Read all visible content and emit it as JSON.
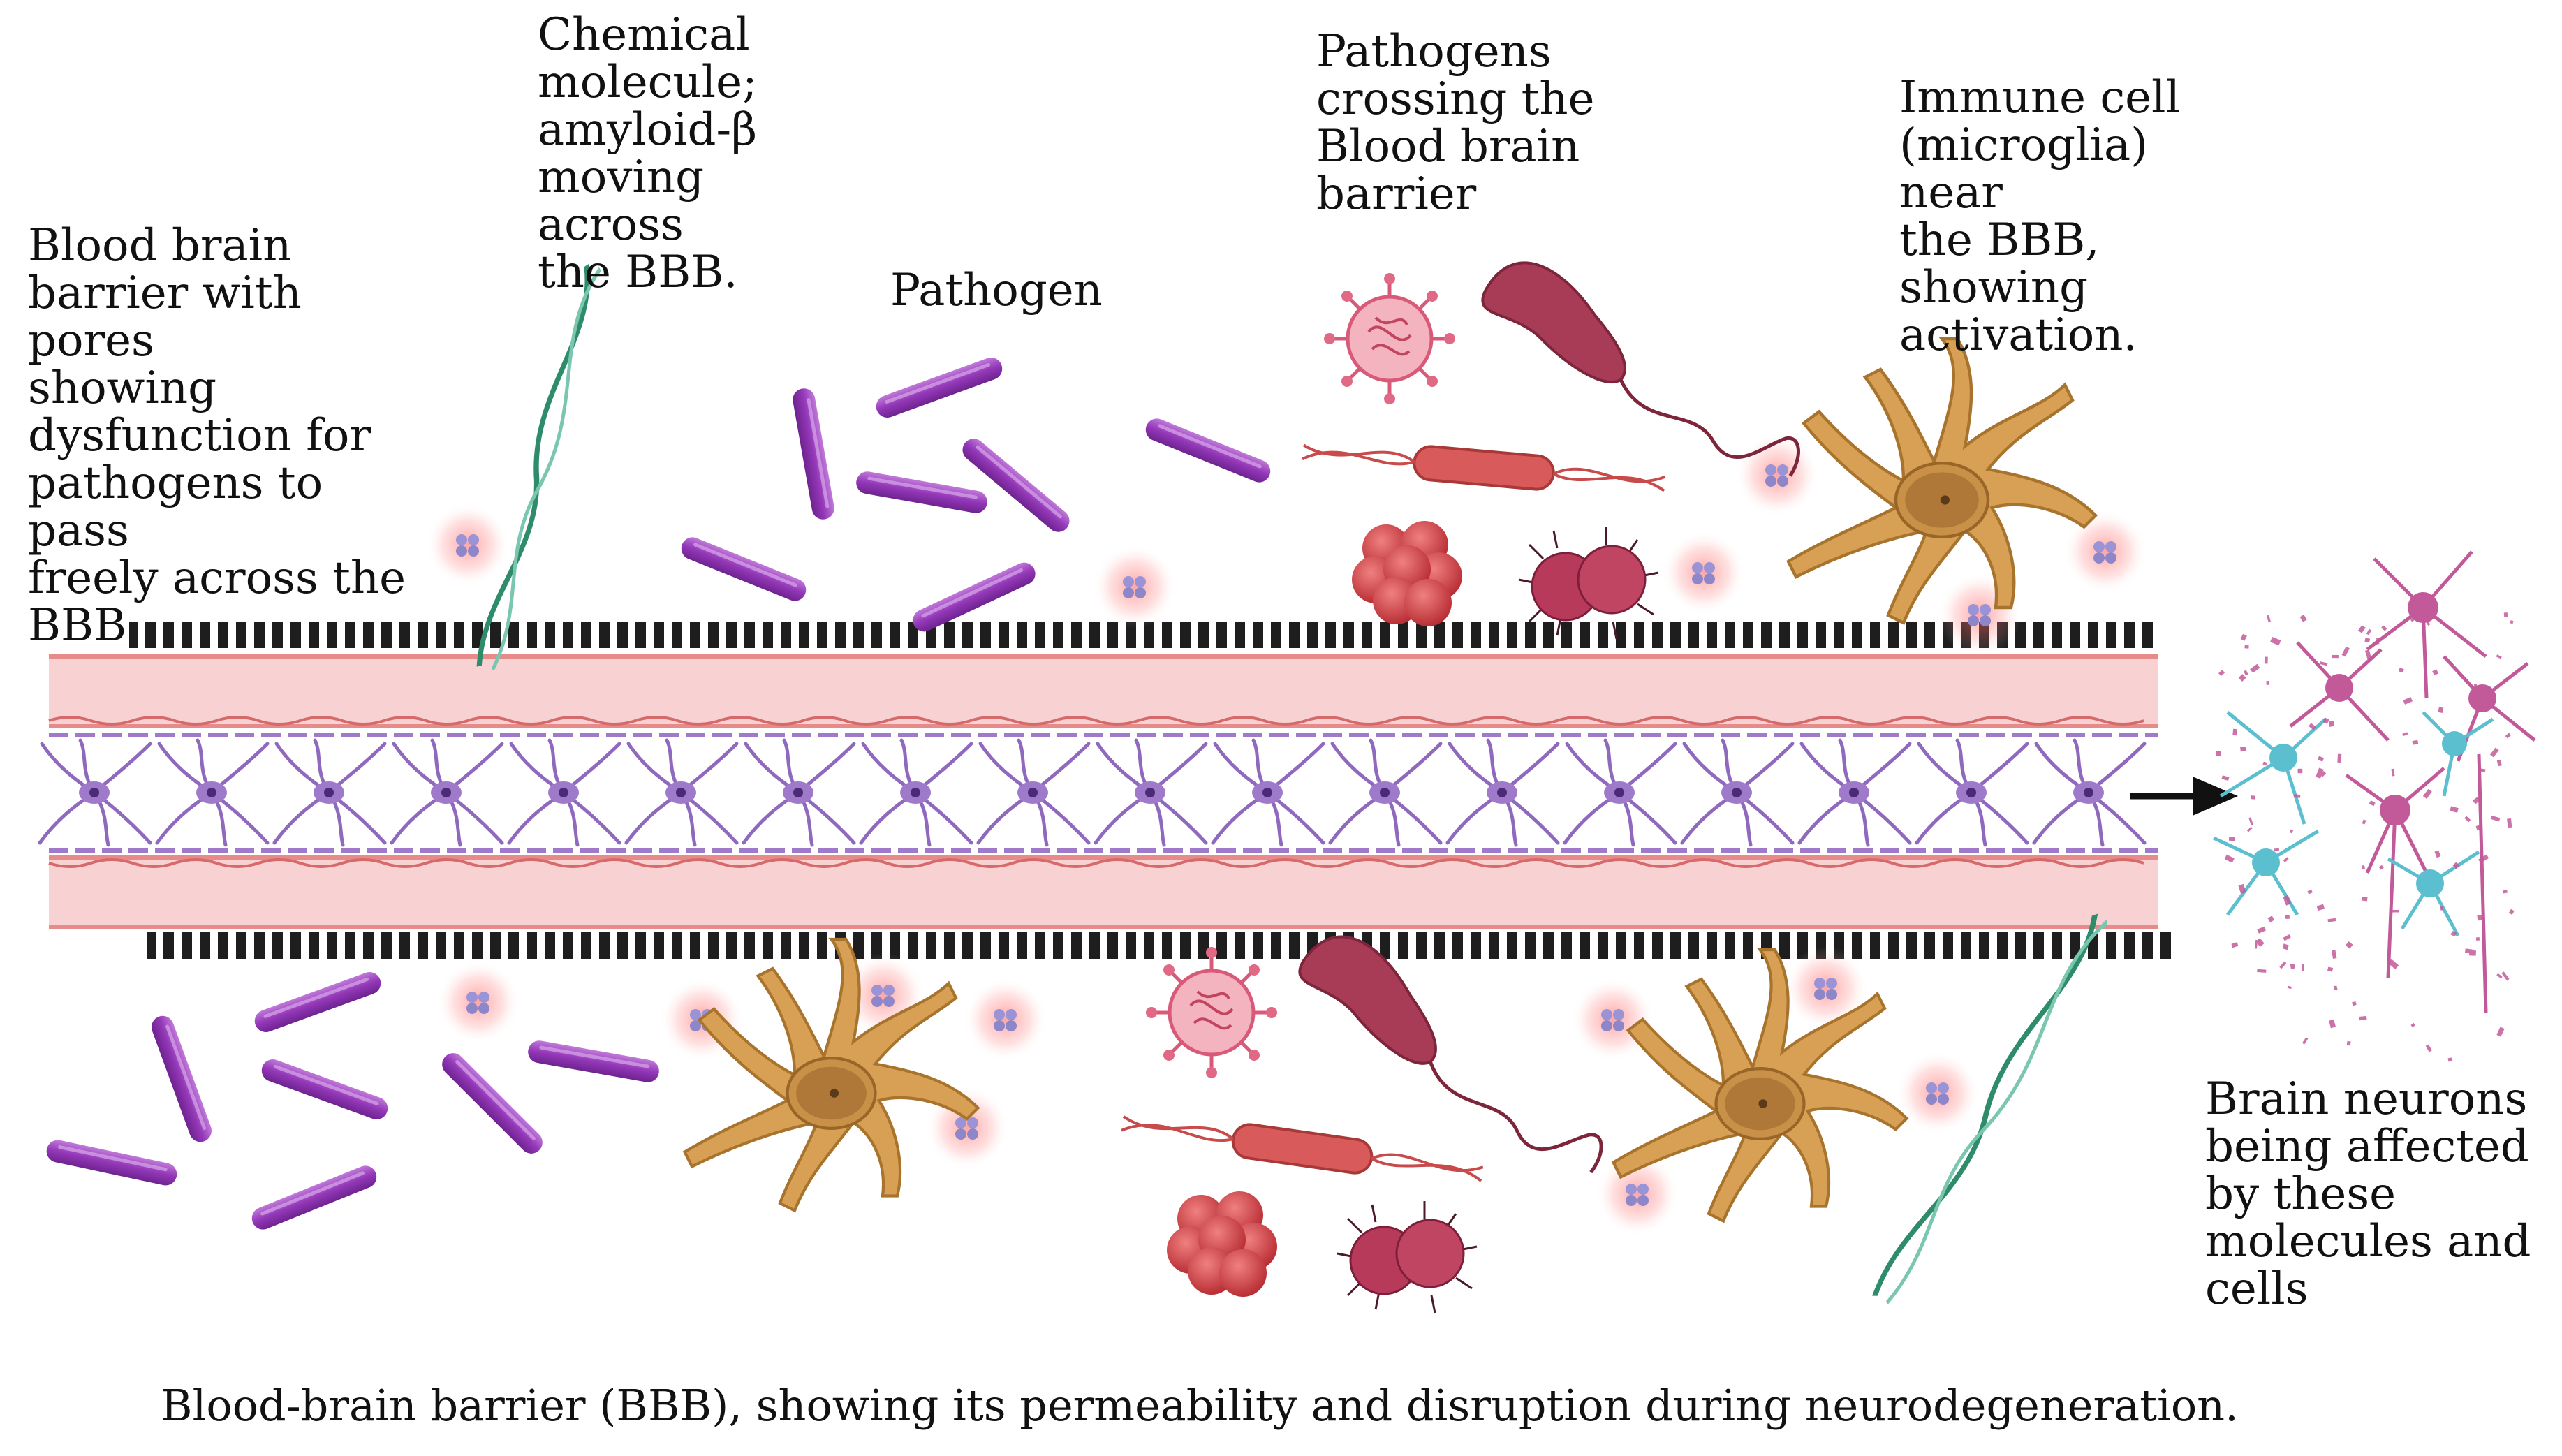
{
  "labels": {
    "bbb_pores": "Blood brain\nbarrier with pores\nshowing\ndysfunction for\npathogens to pass\nfreely across the\nBBB",
    "chemical": "Chemical\nmolecule;\namyloid-β\nmoving across\nthe BBB.",
    "pathogen": "Pathogen",
    "pathogens_crossing": "Pathogens\ncrossing the\nBlood brain\nbarrier",
    "immune_cell": "Immune cell\n(microglia) near\nthe BBB,\nshowing\nactivation.",
    "brain_neurons": "Brain neurons\nbeing affected\nby these\nmolecules and\ncells"
  },
  "caption": "Blood-brain barrier (BBB), showing its permeability and disruption during neurodegeneration.",
  "colors": {
    "vessel_wall": "#f7cfcf",
    "vessel_line": "#e57f7f",
    "endothelium": "#8e5fb5",
    "pore_band": "#222222",
    "bacteria_rod": "#9b3fb8",
    "microglia": "#d49a4a",
    "virus": "#d85a78",
    "bacterium_red": "#b23a52",
    "cluster": "#d94b4b",
    "amyloid": "#2f8f6f",
    "neuron_pink": "#c25a9a",
    "neuron_teal": "#5bbfcf",
    "glow": "#ff6b6b"
  }
}
